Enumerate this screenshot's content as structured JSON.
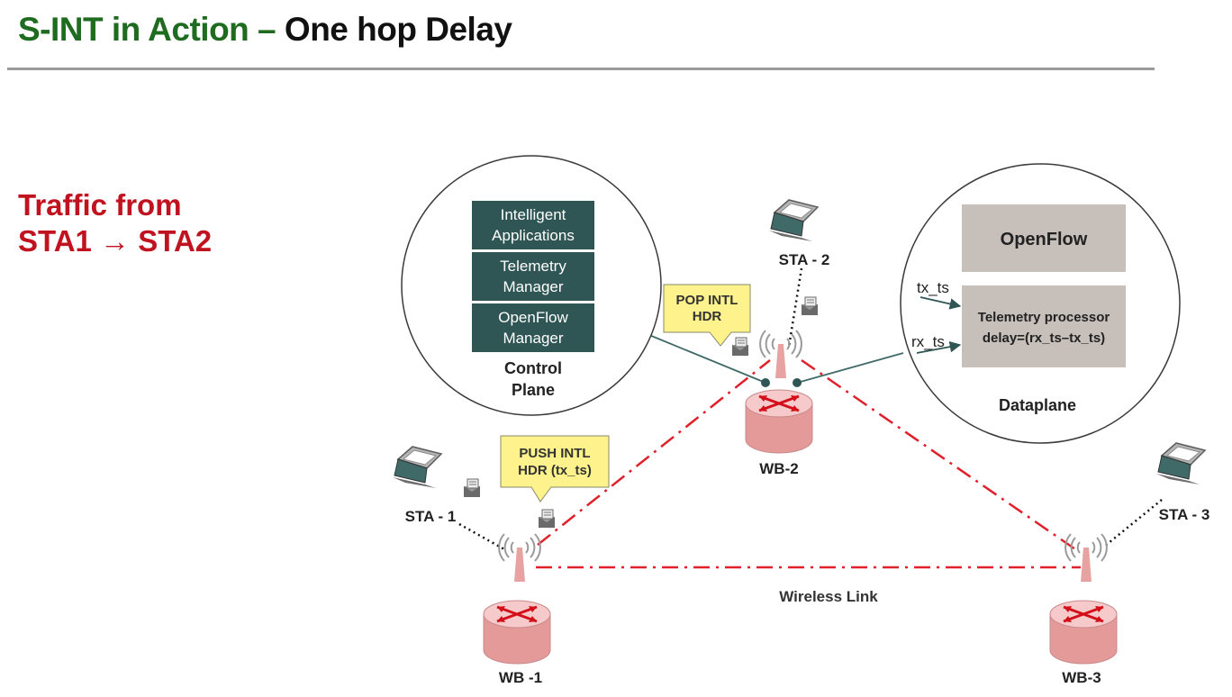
{
  "header": {
    "title_green": "S-INT in Action – ",
    "title_black": "One hop Delay"
  },
  "subtitle": {
    "line1": "Traffic from",
    "line2": "STA1 → STA2"
  },
  "control_plane": {
    "box1": [
      "Intelligent",
      "Applications"
    ],
    "box2": [
      "Telemetry",
      "Manager"
    ],
    "box3": [
      "OpenFlow",
      "Manager"
    ],
    "label": [
      "Control",
      "Plane"
    ]
  },
  "dataplane": {
    "openflow": "OpenFlow",
    "processor": [
      "Telemetry processor",
      "delay=(rx_ts–tx_ts)"
    ],
    "tx": "tx_ts",
    "rx": "rx_ts",
    "label": "Dataplane"
  },
  "callouts": {
    "pop": [
      "POP INTL",
      "HDR"
    ],
    "push": [
      "PUSH INTL",
      "HDR (tx_ts)"
    ]
  },
  "nodes": {
    "sta1": "STA - 1",
    "sta2": "STA - 2",
    "sta3": "STA - 3",
    "wb1": "WB -1",
    "wb2": "WB-2",
    "wb3": "WB-3"
  },
  "link_label": "Wireless Link",
  "colors": {
    "title_green": "#1f6b1f",
    "subtitle_red": "#c0121f",
    "cp_box": "#2f5654",
    "dp_box": "#c7bfba",
    "callout": "#fdf28c",
    "link_red": "#e0202a",
    "router_pink": "#eaa7a7"
  }
}
